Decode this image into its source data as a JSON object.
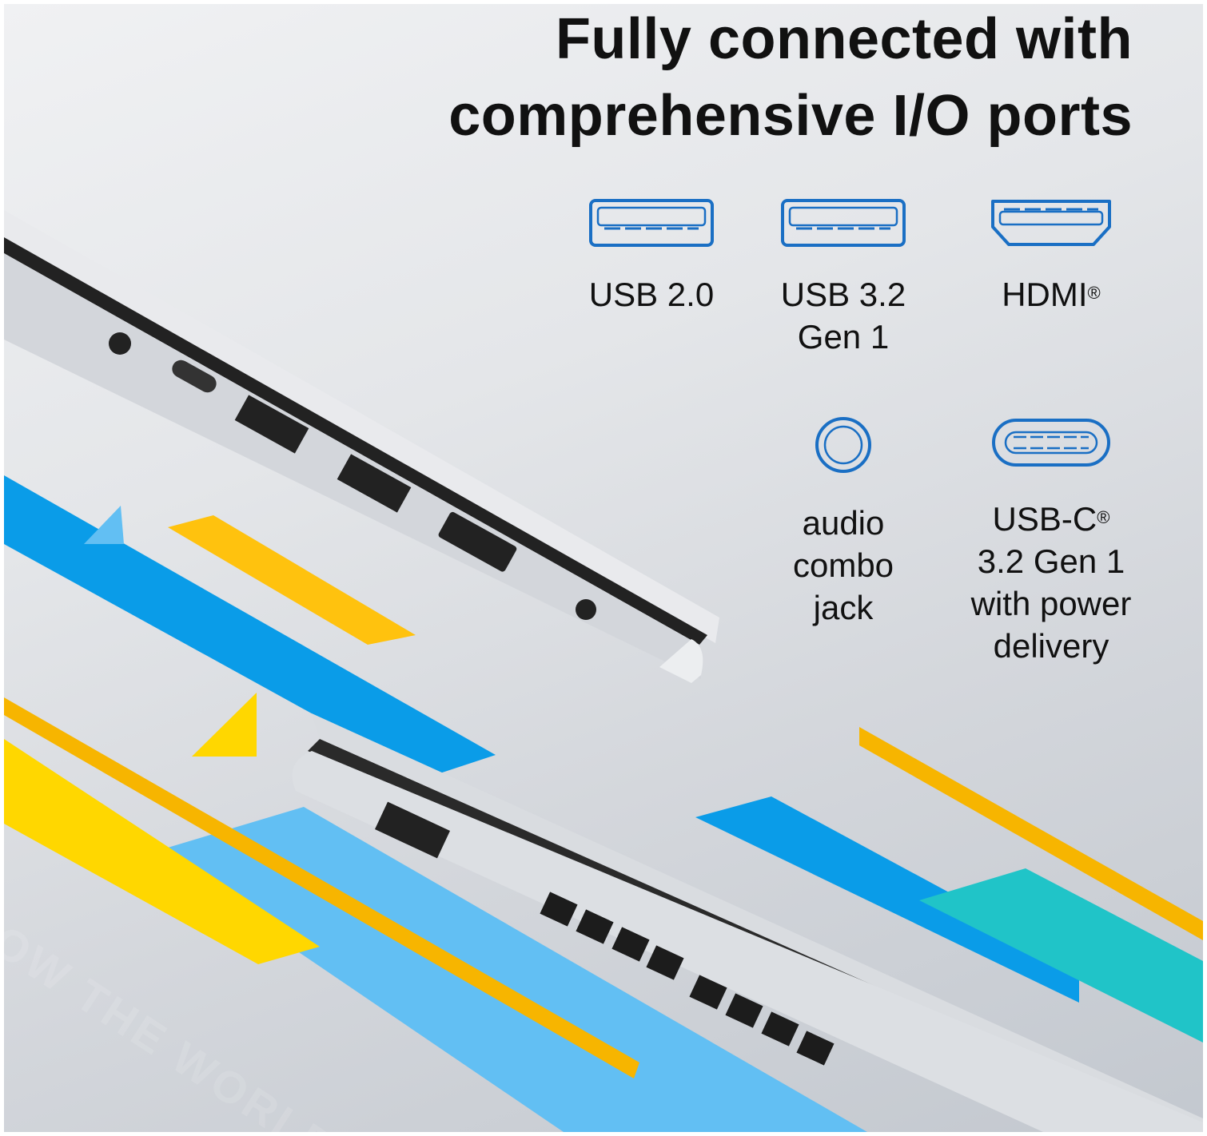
{
  "headline": {
    "line1": "Fully connected with",
    "line2": "comprehensive I/O ports"
  },
  "ports": [
    {
      "icon": "usb-a-icon",
      "label": [
        "USB 2.0"
      ]
    },
    {
      "icon": "usb-a-icon",
      "label": [
        "USB 3.2",
        "Gen 1"
      ]
    },
    {
      "icon": "hdmi-icon",
      "label": [
        "HDMI"
      ],
      "mark": "®"
    },
    {
      "icon": "audio-jack-icon",
      "label": [
        "audio",
        "combo",
        "jack"
      ]
    },
    {
      "icon": "usb-c-icon",
      "label": [
        "USB-C",
        "3.2 Gen 1",
        "with power",
        "delivery"
      ],
      "mark": "®"
    }
  ],
  "watermark": "OW THE WORLD",
  "colors": {
    "icon_blue": "#1a6fc4",
    "stripe_blue": "#0a9ce8",
    "stripe_light_blue": "#62bff3",
    "stripe_yellow": "#ffd700",
    "stripe_orange": "#f7b500",
    "stripe_teal": "#20c4c8"
  }
}
